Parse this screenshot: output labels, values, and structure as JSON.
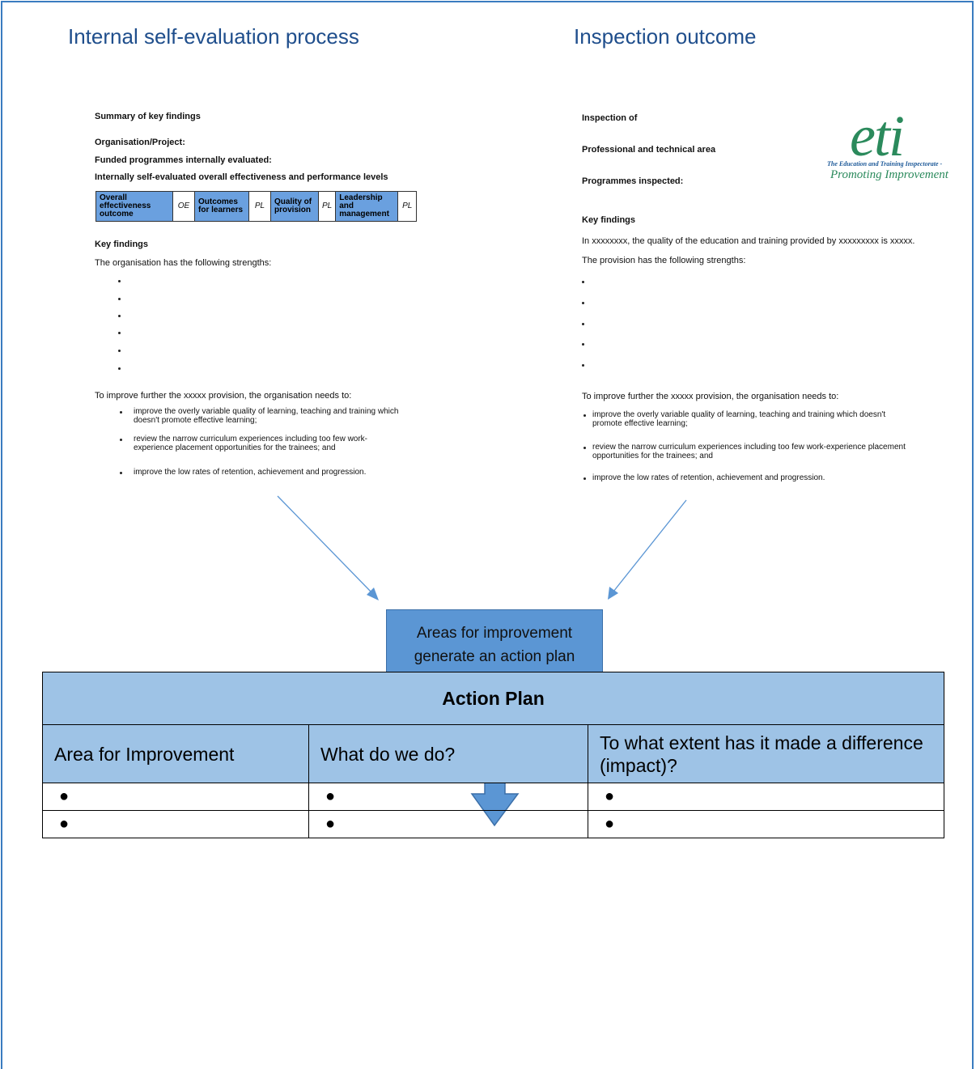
{
  "titles": {
    "left": "Internal self-evaluation process",
    "right": "Inspection outcome"
  },
  "left_doc": {
    "heading": "Summary of key findings",
    "org": "Organisation/Project:",
    "funded": "Funded programmes internally evaluated:",
    "levels": "Internally self-evaluated overall effectiveness and performance levels",
    "table": {
      "c1": "Overall effectiveness outcome",
      "c2": "OE",
      "c3": "Outcomes for learners",
      "c4": "PL",
      "c5": "Quality of provision",
      "c6": "PL",
      "c7": "Leadership and management",
      "c8": "PL"
    },
    "key_findings": "Key findings",
    "strengths": "The organisation has the following strengths:",
    "improve_intro": "To improve further the xxxxx provision, the organisation needs to:",
    "items": [
      "improve the overly variable quality of learning, teaching and training which doesn't promote effective learning;",
      "review the narrow curriculum experiences including too few work-experience placement opportunities for the trainees; and",
      "improve the low rates of retention, achievement and progression."
    ]
  },
  "right_doc": {
    "inspection_of": "Inspection of",
    "area": "Professional and technical area",
    "programmes": "Programmes inspected:",
    "key_findings": "Key findings",
    "quality": "In xxxxxxxx, the quality of the education and training provided by xxxxxxxxx is xxxxx.",
    "strengths": "The provision has the following strengths:",
    "improve_intro": "To improve further the xxxxx provision, the organisation needs to:",
    "items": [
      "improve the overly variable quality of learning, teaching and training which doesn't promote effective learning;",
      "review the narrow curriculum experiences including too few work-experience placement opportunities for the trainees; and",
      "improve the low rates of retention, achievement and progression."
    ],
    "logo": {
      "mark": "eti",
      "line1": "The Education and Training Inspectorate -",
      "line2": "Promoting Improvement"
    }
  },
  "center_box": {
    "line1": "Areas for improvement",
    "line2": "generate an action plan"
  },
  "action_plan": {
    "title": "Action Plan",
    "headers": [
      "Area for Improvement",
      "What do we do?",
      "To what extent has it made a difference (impact)?"
    ],
    "rows": [
      [
        "●",
        "●",
        "●"
      ],
      [
        "●",
        "●",
        "●"
      ]
    ]
  },
  "colors": {
    "border": "#3a7cc0",
    "title_text": "#1f4e8c",
    "box_fill": "#5b96d4",
    "plan_header": "#9ec3e6",
    "arrow": "#5b96d4"
  }
}
